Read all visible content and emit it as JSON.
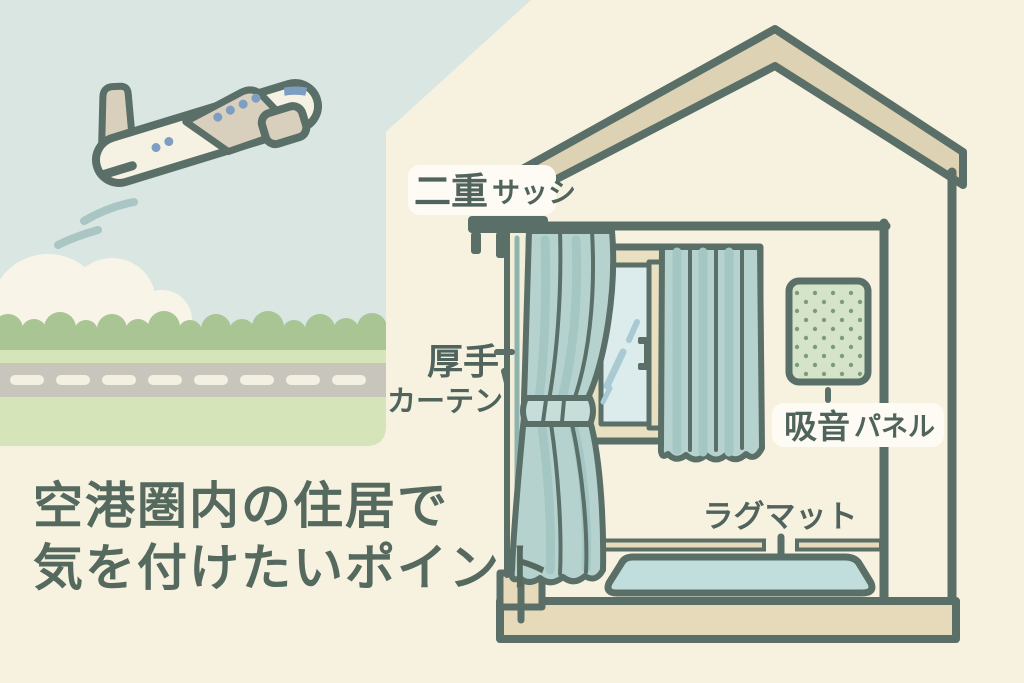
{
  "title": {
    "line1": "空港圏内の住居で",
    "line2": "気を付けたいポイント"
  },
  "labels": {
    "double_sash": {
      "part1": "二重",
      "part2": "サッシ"
    },
    "thick_curtain": {
      "line1": "厚手",
      "line2": "カーテン"
    },
    "sound_panel": {
      "part1": "吸音",
      "part2": "パネル"
    },
    "rug_mat": "ラグマット"
  },
  "colors": {
    "background_cream": "#f7f2e0",
    "sky": "#d9e6e2",
    "tree_green": "#a8c593",
    "field_green": "#d6e4ba",
    "runway_gray": "#c8c5bd",
    "outline_dark": "#5a6f68",
    "roof_tan": "#ddd2b4",
    "frame_beige": "#e9dfc1",
    "curtain_blue": "#b6d2cf",
    "glass_blue": "#dcebeb",
    "panel_green": "#d5e4c8",
    "rug_blue": "#c2dedc",
    "foundation_tan": "#e6dabb",
    "text_green": "#50645d",
    "label_box_white": "#fdfbf3",
    "accent_blue": "#7e9dc2"
  }
}
